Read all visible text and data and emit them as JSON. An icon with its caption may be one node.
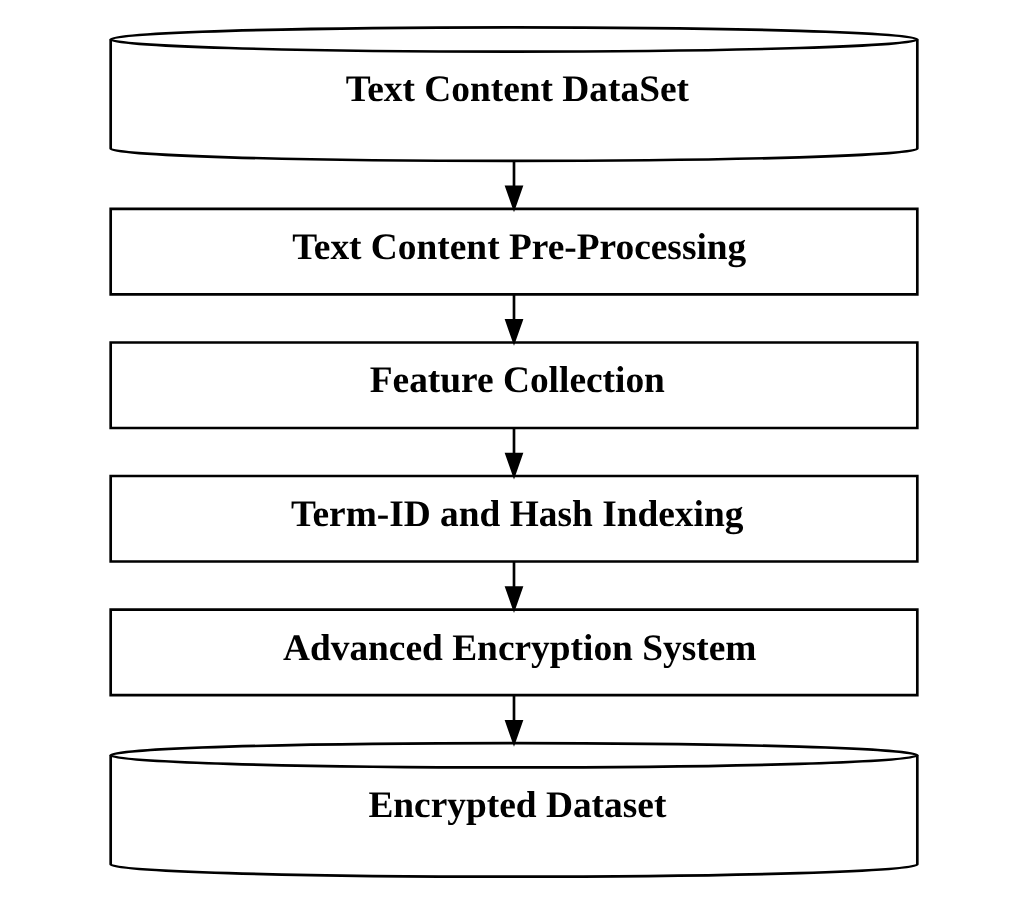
{
  "diagram": {
    "nodes": [
      {
        "text": [
          "Text Content DataSet"
        ]
      },
      {
        "text": [
          "Text Content Pre-Processing"
        ]
      },
      {
        "text": [
          "Feature Collection"
        ]
      },
      {
        "text": [
          "Term-ID and Hash Indexing"
        ]
      },
      {
        "text": [
          "Advanced Encryption System"
        ]
      },
      {
        "text": [
          "Encrypted Dataset"
        ]
      }
    ],
    "edges": [
      {
        "from": 0,
        "to": 1,
        "arrow": "to"
      },
      {
        "from": 1,
        "to": 2,
        "arrow": "to"
      },
      {
        "from": 2,
        "to": 3,
        "arrow": "to"
      },
      {
        "from": 3,
        "to": 4,
        "arrow": "to"
      },
      {
        "from": 4,
        "to": 5,
        "arrow": "to"
      }
    ]
  }
}
